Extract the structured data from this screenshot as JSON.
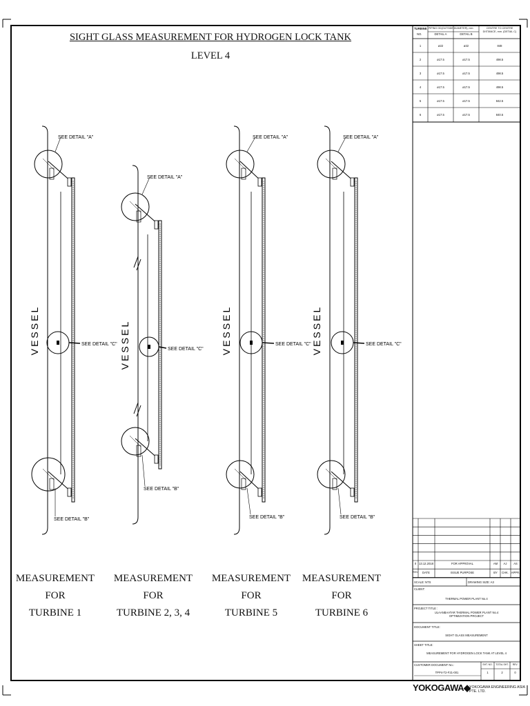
{
  "title": "SIGHT GLASS MEASUREMENT FOR HYDROGEN LOCK TANK",
  "subtitle": "LEVEL 4",
  "diagram_labels": {
    "vessel": "VESSEL",
    "detail_a": "SEE DETAIL \"A\"",
    "detail_b": "SEE DETAIL \"B\"",
    "detail_c": "SEE DETAIL \"C\""
  },
  "turbines": [
    {
      "line1": "MEASUREMENT FOR",
      "line2": "TURBINE 1"
    },
    {
      "line1": "MEASUREMENT FOR",
      "line2": "TURBINE 2, 3, 4"
    },
    {
      "line1": "MEASUREMENT FOR",
      "line2": "TURBINE 5"
    },
    {
      "line1": "MEASUREMENT FOR",
      "line2": "TURBINE 6"
    }
  ],
  "measure_table": {
    "headers": {
      "no": "NO.",
      "turbine": "TURBINE",
      "piping": "PIPING OD(OUTSIDE DIAMETER), mm",
      "detail_a": "DETAIL A",
      "detail_b": "DETAIL B",
      "centre": "CENTRE TO CENTRE DISTANCE, mm. (DETAIL C)"
    },
    "rows": [
      {
        "no": "1",
        "a": "ø22",
        "b": "ø22",
        "c": "848"
      },
      {
        "no": "2",
        "a": "ø17.5",
        "b": "ø17.5",
        "c": "498.5"
      },
      {
        "no": "3",
        "a": "ø17.5",
        "b": "ø17.5",
        "c": "498.5"
      },
      {
        "no": "4",
        "a": "ø17.5",
        "b": "ø17.5",
        "c": "498.5"
      },
      {
        "no": "5",
        "a": "ø17.5",
        "b": "ø17.5",
        "c": "842.5"
      },
      {
        "no": "6",
        "a": "ø17.5",
        "b": "ø17.5",
        "c": "840.5"
      }
    ]
  },
  "title_block": {
    "rev": "0",
    "date": "13.12.2018",
    "issue_purpose": "FOR APPROVAL",
    "by": "AM",
    "chk": "AJ",
    "app": "AS",
    "rev_label": "REV.",
    "date_label": "DATE",
    "issue_label": "ISSUE PURPOSE",
    "by_label": "BY",
    "chk_label": "CHK.",
    "app_label": "APPR.",
    "scale": "SCALE: NTS",
    "drawing_size": "DRAWING SIZE: A3",
    "client_label": "CLIENT:",
    "client": "THERMAL POWER PLANT No.4",
    "project_label": "PROJECT TITLE :",
    "project_line1": "ULAANBAATAR THERMAL POWER PLANT No.4",
    "project_line2": "OPTIMIZATION PROJECT",
    "doc_title_label": "DOCUMENT TITLE:",
    "doc_title": "SIGHT GLASS MEASUREMENT",
    "sheet_title_label": "SHEET TITLE:",
    "sheet_title": "MEASUREMENT FOR HYDROGEN LOCK TANK AT LEVEL 4",
    "customer_doc_label": "CUSTOMER DOCUMENT No.:",
    "customer_doc": "TPP4-T2-F21-001",
    "sht_no_label": "SHT. NO.",
    "sht_no": "1",
    "total_label": "TOTAL SHT.",
    "total": "2",
    "rev_col_label": "REV.",
    "rev_val": "0"
  },
  "logo": {
    "brand": "YOKOGAWA",
    "company": "YOKOGAWA ENGINEERING ASIA PTE. LTD."
  }
}
